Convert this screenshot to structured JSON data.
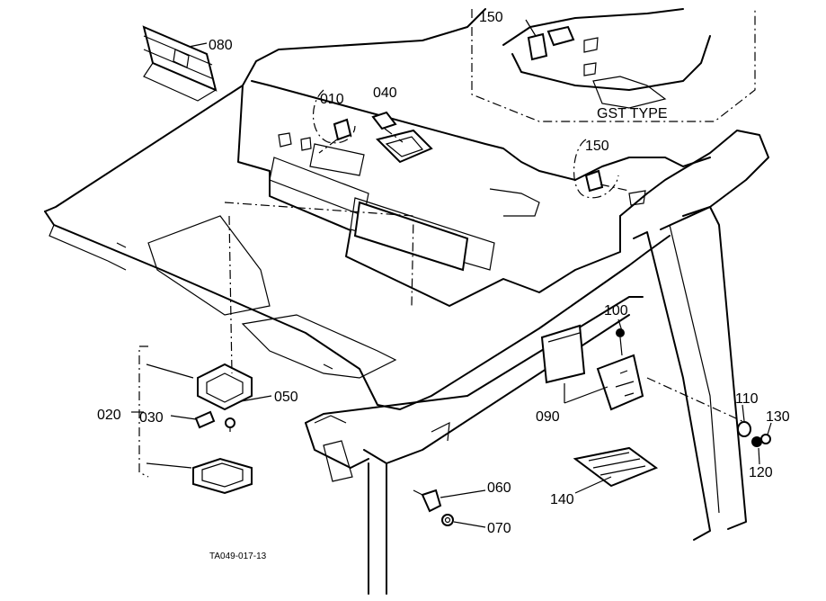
{
  "diagram": {
    "callouts": {
      "c010": "010",
      "c020": "020",
      "c030": "030",
      "c040": "040",
      "c050": "050",
      "c060": "060",
      "c070": "070",
      "c080": "080",
      "c090": "090",
      "c100": "100",
      "c110": "110",
      "c120": "120",
      "c130": "130",
      "c140": "140",
      "c150_inset": "150",
      "c150_main": "150"
    },
    "inset_label": "GST TYPE",
    "figure_code": "TA049-017-13"
  }
}
